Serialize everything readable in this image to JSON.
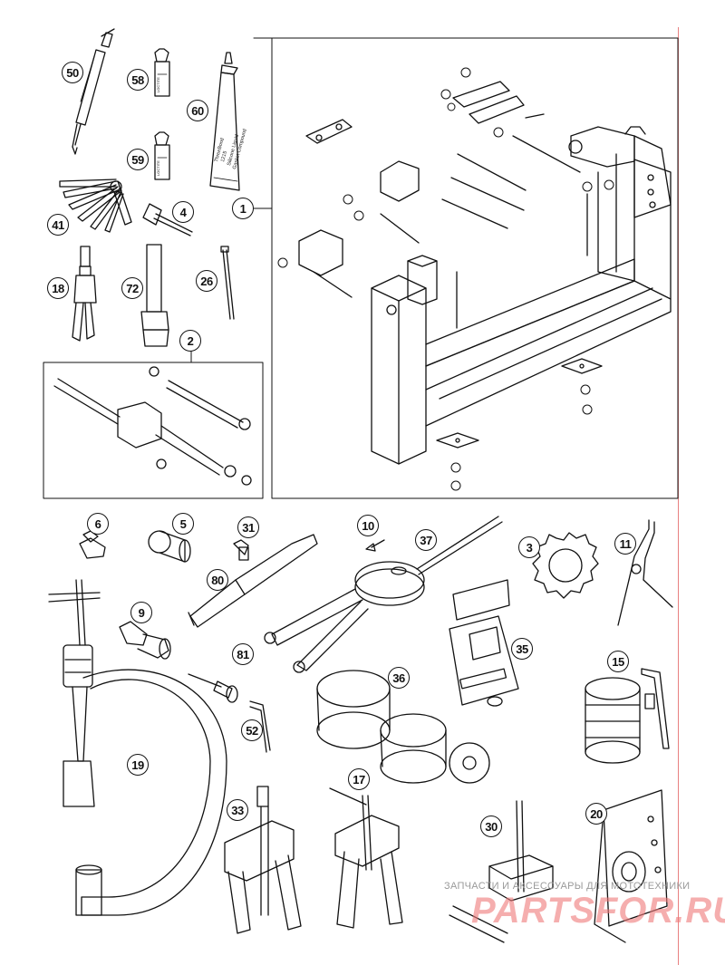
{
  "diagram": {
    "callouts": [
      "50",
      "58",
      "60",
      "59",
      "41",
      "4",
      "1",
      "18",
      "72",
      "26",
      "2",
      "6",
      "5",
      "31",
      "10",
      "37",
      "3",
      "11",
      "80",
      "9",
      "81",
      "35",
      "15",
      "36",
      "52",
      "19",
      "17",
      "33",
      "30",
      "20"
    ],
    "tube_label_lines": [
      "ThreeBond",
      "1215",
      "Silicone Liquid",
      "Gasket Compound"
    ],
    "vial_label": "LOCTITE",
    "colors": {
      "ink": "#111111",
      "watermark_text": "#9a9a9a",
      "watermark_logo": "#f07a7a",
      "margin_line": "#e88080"
    }
  },
  "watermark": {
    "text": "ЗАПЧАСТИ И АКСЕССУАРЫ ДЛЯ МОТОТЕХНИКИ",
    "logo": "PARTSFOR.RU"
  }
}
